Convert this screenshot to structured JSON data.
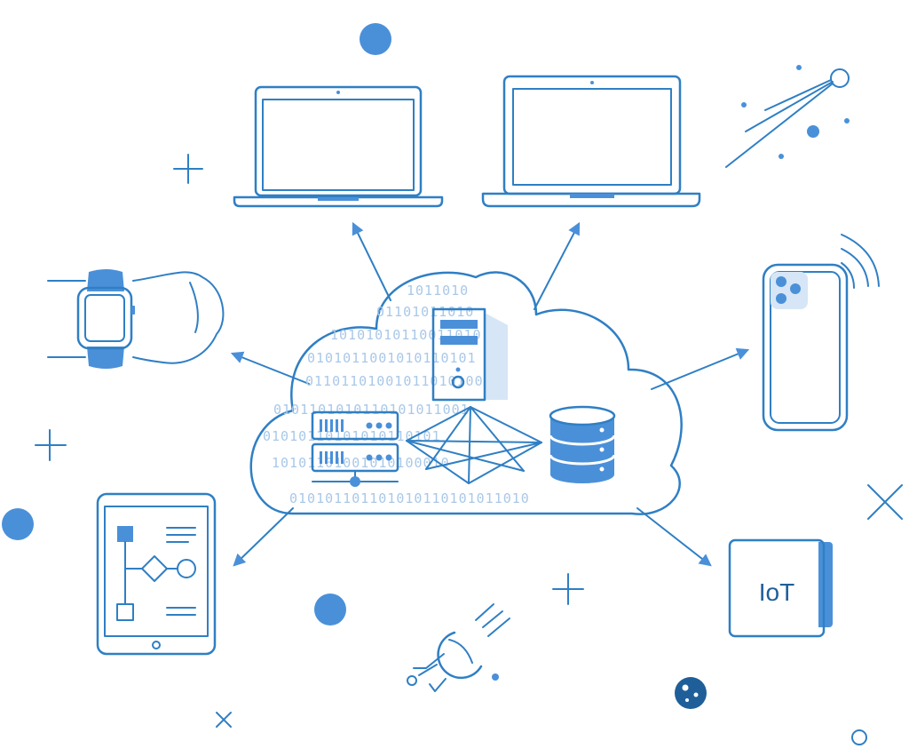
{
  "colors": {
    "stroke": "#2f7fc4",
    "accent": "#4a90d9",
    "light": "#d6e6f6",
    "binary": "#a9c8e8"
  },
  "cloud": {
    "binary_rows": [
      "1011010",
      "01101011010",
      "10101010110011010",
      "0101011001010110101",
      "01101101001011010100",
      "0101101010110101011001",
      "01010110101010110101",
      "10101101001010100010",
      "010101101101010110101011010"
    ],
    "components": [
      "server-tower",
      "server-rack",
      "network-mesh",
      "database"
    ]
  },
  "devices": {
    "iot_label": "IoT"
  }
}
